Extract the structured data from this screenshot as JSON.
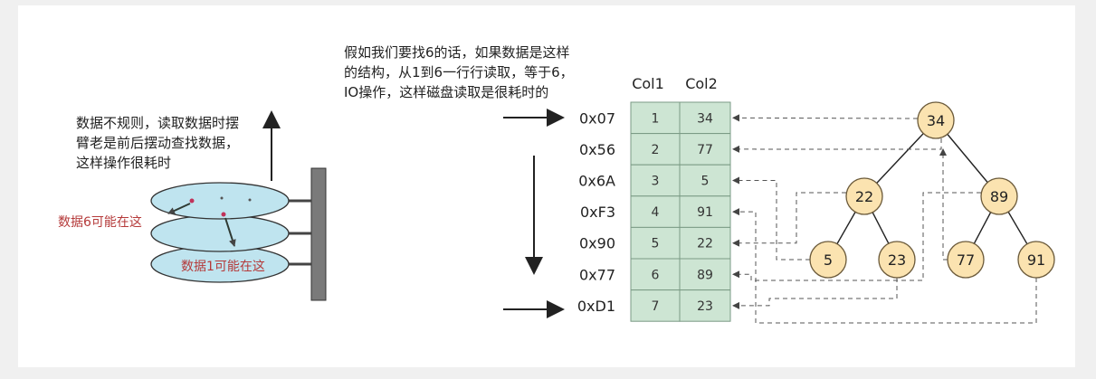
{
  "left": {
    "note": [
      "数据不规则，读取数据时摆",
      "臂老是前后摆动查找数据，",
      "这样操作很耗时"
    ],
    "label_data6": "数据6可能在这",
    "label_data1": "数据1可能在这"
  },
  "top_note": [
    "假如我们要找6的话，如果数据是这样",
    "的结构，从1到6一行行读取，等于6，",
    "IO操作，这样磁盘读取是很耗时的"
  ],
  "table": {
    "headers": [
      "Col1",
      "Col2"
    ],
    "rows": [
      {
        "addr": "0x07",
        "col1": "1",
        "col2": "34"
      },
      {
        "addr": "0x56",
        "col1": "2",
        "col2": "77"
      },
      {
        "addr": "0x6A",
        "col1": "3",
        "col2": "5"
      },
      {
        "addr": "0xF3",
        "col1": "4",
        "col2": "91"
      },
      {
        "addr": "0x90",
        "col1": "5",
        "col2": "22"
      },
      {
        "addr": "0x77",
        "col1": "6",
        "col2": "89"
      },
      {
        "addr": "0xD1",
        "col1": "7",
        "col2": "23"
      }
    ]
  },
  "tree": {
    "nodes": [
      "34",
      "22",
      "89",
      "5",
      "23",
      "77",
      "91"
    ]
  },
  "colors": {
    "cell_fill": "#cde5d3",
    "cell_stroke": "#7a9a84",
    "node_fill": "#fbe3b0",
    "node_stroke": "#6b5a3a",
    "disk_fill": "#bfe4ef",
    "red_label": "#b53a3a",
    "spindle": "#7a7a7a"
  }
}
